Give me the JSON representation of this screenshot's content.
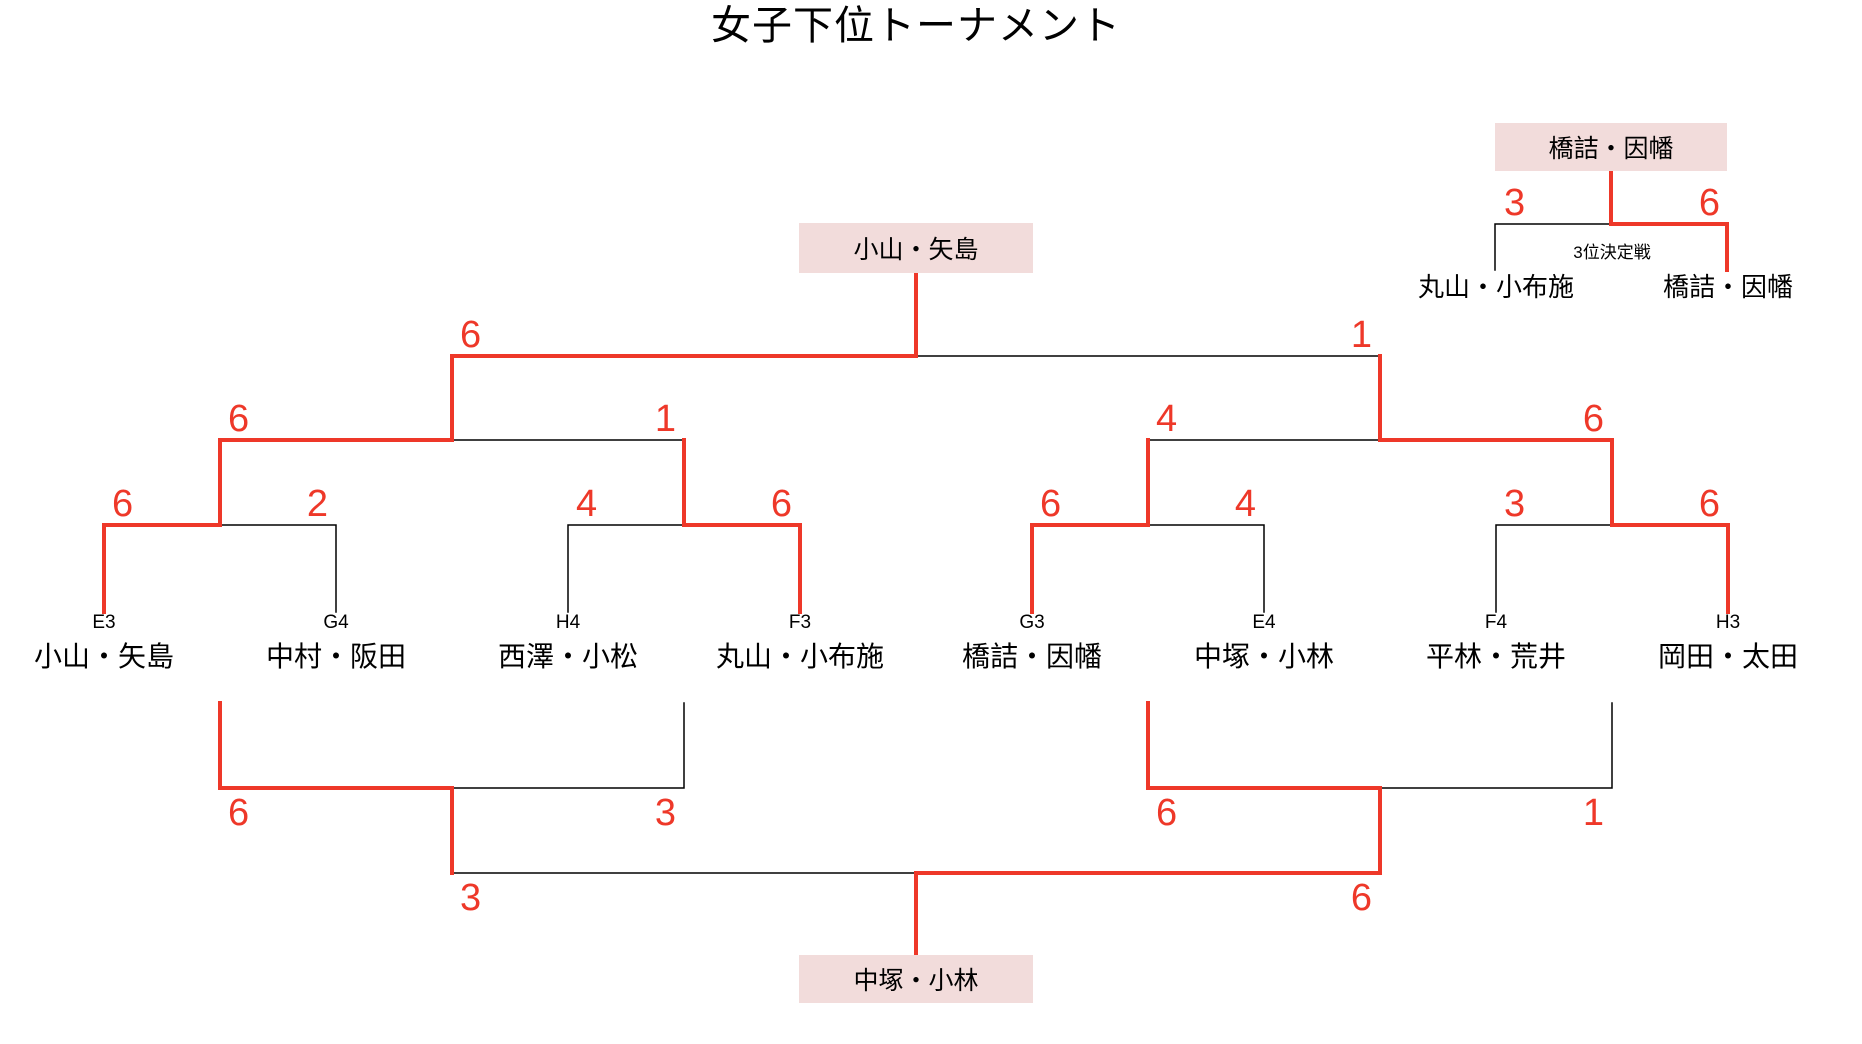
{
  "title": "女子下位トーナメント",
  "colors": {
    "winner_path": "#ee3829",
    "loser_path": "#000000",
    "score": "#ee3829",
    "champion_box_bg": "#f2dcdb",
    "text": "#000000"
  },
  "teams": [
    {
      "seed": "E3",
      "name": "小山・矢島"
    },
    {
      "seed": "G4",
      "name": "中村・阪田"
    },
    {
      "seed": "H4",
      "name": "西澤・小松"
    },
    {
      "seed": "F3",
      "name": "丸山・小布施"
    },
    {
      "seed": "G3",
      "name": "橋詰・因幡"
    },
    {
      "seed": "E4",
      "name": "中塚・小林"
    },
    {
      "seed": "F4",
      "name": "平林・荒井"
    },
    {
      "seed": "H3",
      "name": "岡田・太田"
    }
  ],
  "main": {
    "champion": "小山・矢島",
    "qf": [
      {
        "l": "6",
        "r": "2"
      },
      {
        "l": "4",
        "r": "6"
      },
      {
        "l": "6",
        "r": "4"
      },
      {
        "l": "3",
        "r": "6"
      }
    ],
    "sf": [
      {
        "l": "6",
        "r": "1"
      },
      {
        "l": "4",
        "r": "6"
      }
    ],
    "final": {
      "l": "6",
      "r": "1"
    }
  },
  "consolation": {
    "champion": "中塚・小林",
    "sf": [
      {
        "l": "6",
        "r": "3"
      },
      {
        "l": "6",
        "r": "1"
      }
    ],
    "final": {
      "l": "3",
      "r": "6"
    }
  },
  "third_place": {
    "label": "3位決定戦",
    "winner": "橋詰・因幡",
    "left_name": "丸山・小布施",
    "right_name": "橋詰・因幡",
    "left_score": "3",
    "right_score": "6"
  }
}
